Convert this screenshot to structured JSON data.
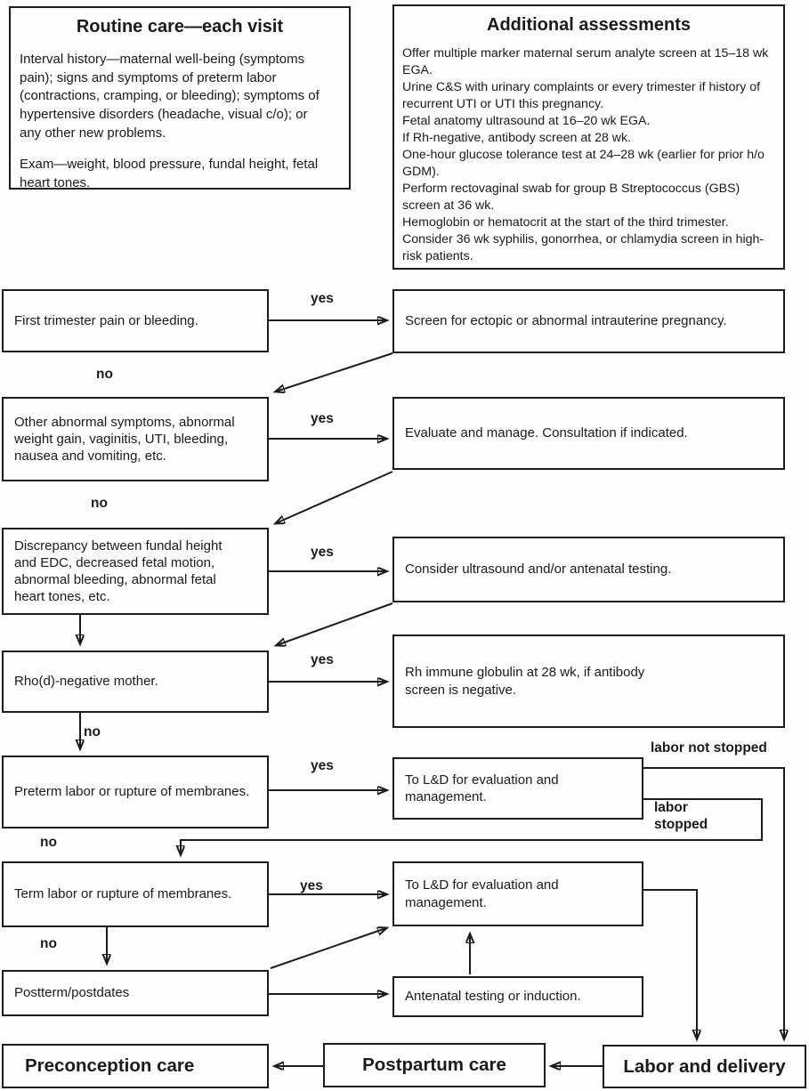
{
  "routine_care": {
    "title": "Routine care—each visit",
    "para1": "Interval history—maternal well-being (symptoms pain); signs and symptoms of preterm labor (contractions, cramping, or bleeding); symptoms of hypertensive disorders (headache, visual c/o); or any other new problems.",
    "para2": "Exam—weight, blood pressure, fundal height, fetal heart tones."
  },
  "additional_assessments": {
    "title": "Additional assessments",
    "items": [
      "Offer multiple marker maternal serum analyte screen at 15–18 wk EGA.",
      "Urine C&S with urinary complaints or every trimester if history of recurrent UTI or UTI this pregnancy.",
      "Fetal anatomy ultrasound at 16–20 wk EGA.",
      "If Rh-negative, antibody screen at 28 wk.",
      "One-hour glucose tolerance test at 24–28 wk (earlier for prior h/o GDM).",
      "Perform rectovaginal swab for group B Streptococcus (GBS) screen at 36 wk.",
      "Hemoglobin or hematocrit at the start of the third trimester.",
      "Consider 36 wk syphilis, gonorrhea, or chlamydia screen in high-risk patients."
    ]
  },
  "nodes": {
    "first_trimester": "First trimester pain or bleeding.",
    "other_abnormal": "Other abnormal symptoms, abnormal weight gain, vaginitis, UTI, bleeding, nausea and vomiting, etc.",
    "discrepancy": "Discrepancy between fundal height and EDC, decreased fetal motion, abnormal bleeding, abnormal fetal heart tones, etc.",
    "rho_negative": "Rho(d)-negative mother.",
    "preterm_labor": "Preterm labor or rupture of membranes.",
    "term_labor": "Term labor or rupture of membranes.",
    "postterm": "Postterm/postdates",
    "screen_ectopic": "Screen for ectopic or abnormal intrauterine pregnancy.",
    "evaluate_manage": "Evaluate and manage. Consultation if indicated.",
    "consider_ultrasound": "Consider ultrasound and/or antenatal testing.",
    "rh_immune_globulin": "Rh immune globulin at 28 wk, if antibody screen is negative.",
    "to_ld_preterm": "To L&D for evaluation and management.",
    "to_ld_term": "To L&D for evaluation and management.",
    "antenatal_testing": "Antenatal testing or induction.",
    "preconception_care": "Preconception care",
    "postpartum_care": "Postpartum care",
    "labor_and_delivery": "Labor and delivery"
  },
  "edge_labels": {
    "yes": "yes",
    "no": "no",
    "labor_not_stopped": "labor not stopped",
    "labor_stopped": "labor stopped"
  },
  "colors": {
    "line": "#1c1c1c",
    "background": "#fdfdfd",
    "text": "#1b1b1b"
  }
}
